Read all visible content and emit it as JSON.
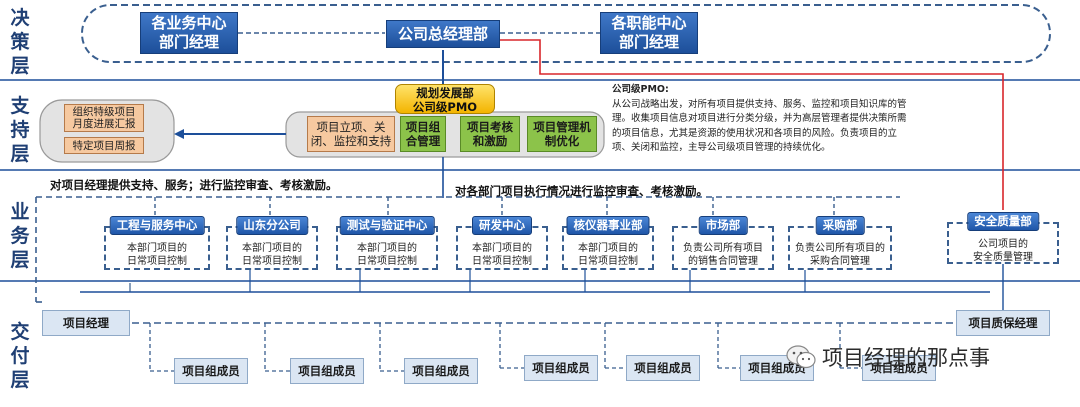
{
  "layers": {
    "decision": "决策层",
    "support": "支持层",
    "business": "业务层",
    "delivery": "交付层"
  },
  "decision": {
    "left": "各业务中心\n部门经理",
    "center": "公司总经理部",
    "right": "各职能中心\n部门经理"
  },
  "support": {
    "pmo_title": "规划发展部\n公司级PMO",
    "orange_main": "项目立项、关\n闭、监控和支持",
    "green_boxes": [
      "项目组\n合管理",
      "项目考核\n和激励",
      "项目管理机\n制优化"
    ],
    "reports": [
      "组织特级项目\n月度进展汇报",
      "特定项目周报"
    ],
    "desc_title": "公司级PMO:",
    "desc_body": "从公司战略出发，对所有项目提供支持、服务、监控和项目知识库的管理。收集项目信息对项目进行分类分级，并为高层管理者提供决策所需的项目信息，尤其是资源的使用状况和各项目的风险。负责项目的立项、关闭和监控，主导公司级项目管理的持续优化。"
  },
  "business": {
    "note_left": "对项目经理提供支持、服务；进行监控审查、考核激励。",
    "note_center": "对各部门项目执行情况进行监控审查、考核激励。",
    "depts": [
      {
        "title": "工程与服务中心",
        "desc": "本部门项目的\n日常项目控制"
      },
      {
        "title": "山东分公司",
        "desc": "本部门项目的\n日常项目控制"
      },
      {
        "title": "测试与验证中心",
        "desc": "本部门项目的\n日常项目控制"
      },
      {
        "title": "研发中心",
        "desc": "本部门项目的\n日常项目控制"
      },
      {
        "title": "核仪器事业部",
        "desc": "本部门项目的\n日常项目控制"
      },
      {
        "title": "市场部",
        "desc": "负责公司所有项目\n的销售合同管理"
      },
      {
        "title": "采购部",
        "desc": "负责公司所有项目的\n采购合同管理"
      },
      {
        "title": "安全质量部",
        "desc": "公司项目的\n安全质量管理"
      }
    ]
  },
  "delivery": {
    "pm": "项目经理",
    "qa": "项目质保经理",
    "member_label": "项目组成员",
    "member_count": 7
  },
  "watermark": "项目经理的那点事",
  "colors": {
    "accent_blue": "#1d4f9a",
    "dash_blue": "#3a5f8f",
    "red_line": "#d9262b",
    "green": "#8cc34a",
    "orange": "#f6c9a0"
  }
}
